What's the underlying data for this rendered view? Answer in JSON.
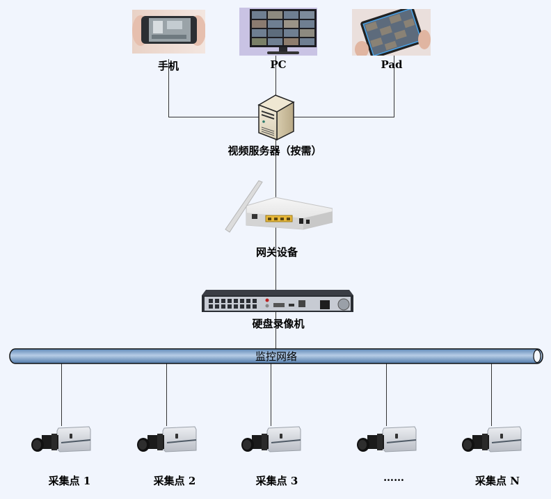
{
  "clients": [
    {
      "label": "手机",
      "icon": "smartphone-icon"
    },
    {
      "label": "PC",
      "icon": "monitor-icon"
    },
    {
      "label": "Pad",
      "icon": "tablet-icon"
    }
  ],
  "server": {
    "label": "视频服务器（按需）",
    "icon": "server-tower-icon"
  },
  "gateway": {
    "label": "网关设备",
    "icon": "wireless-router-icon"
  },
  "nvr": {
    "label": "硬盘录像机",
    "icon": "nvr-recorder-icon"
  },
  "network": {
    "label": "监控网络",
    "color": "#7aa7d6"
  },
  "cameras": [
    {
      "label": "采集点 1",
      "icon": "camera-icon"
    },
    {
      "label": "采集点 2",
      "icon": "camera-icon"
    },
    {
      "label": "采集点 3",
      "icon": "camera-icon"
    },
    {
      "label": "……",
      "icon": "camera-icon"
    },
    {
      "label": "采集点 N",
      "icon": "camera-icon"
    }
  ]
}
